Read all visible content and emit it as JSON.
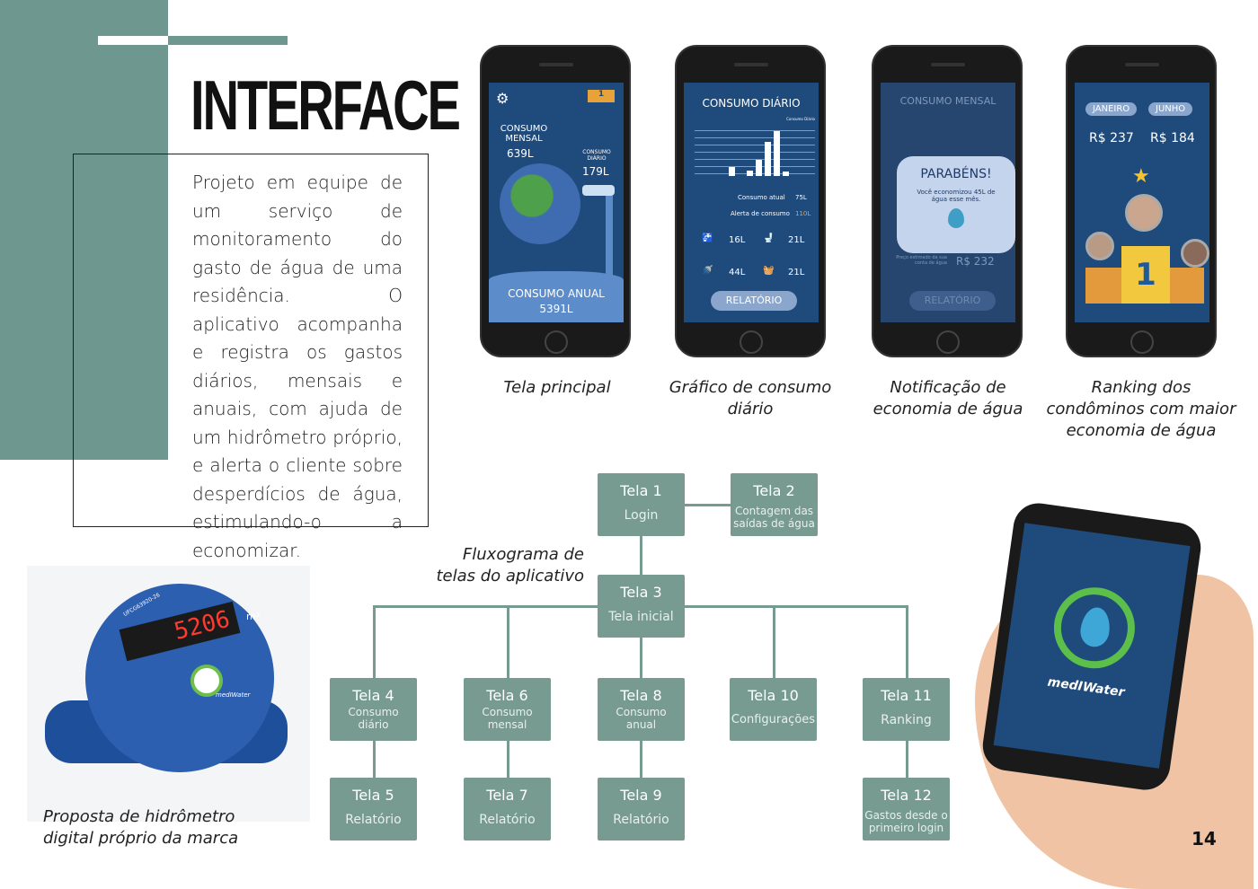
{
  "page": {
    "title": "INTERFACE",
    "page_number": "14",
    "description": "Projeto em equipe de um serviço de monitoramento do gasto de água de uma residência. O aplicativo acompanha e registra os gastos diários, mensais e anuais, com ajuda de um hidrômetro próprio, e alerta o cliente sobre desperdícios de água, estimulando-o a economizar."
  },
  "screens": [
    {
      "caption": "Tela principal",
      "monthly_label": "CONSUMO MENSAL",
      "monthly_value": "639L",
      "daily_label": "CONSUMO DIÁRIO",
      "daily_value": "179L",
      "annual_label": "CONSUMO ANUAL",
      "annual_value": "5391L",
      "ranking_badge": "1"
    },
    {
      "caption": "Gráfico de consumo diário",
      "title": "CONSUMO DIÁRIO",
      "legend": "Consumo Diário",
      "current_label": "Consumo atual",
      "current_value": "75L",
      "alert_label": "Alerta de consumo",
      "alert_value": "110L",
      "tap": "16L",
      "toilet": "21L",
      "shower": "44L",
      "washer": "21L",
      "button": "RELATÓRIO"
    },
    {
      "caption": "Notificação de economia de água",
      "title": "CONSUMO MENSAL",
      "popup_title": "PARABÉNS!",
      "popup_text": "Você economizou 45L de água esse mês.",
      "price_label": "Preço estimado da sua conta de água",
      "price_value": "R$ 232",
      "button": "RELATÓRIO"
    },
    {
      "caption": "Ranking dos condôminos com maior economia de água",
      "month1": "JANEIRO",
      "month2": "JUNHO",
      "value1": "R$ 237",
      "value2": "R$ 184",
      "podium": "1"
    }
  ],
  "flow": {
    "caption": "Fluxograma de telas do aplicativo",
    "t1": {
      "t": "Tela 1",
      "s": "Login"
    },
    "t2": {
      "t": "Tela 2",
      "s": "Contagem das saídas de água"
    },
    "t3": {
      "t": "Tela 3",
      "s": "Tela inicial"
    },
    "t4": {
      "t": "Tela 4",
      "s": "Consumo diário"
    },
    "t5": {
      "t": "Tela 5",
      "s": "Relatório"
    },
    "t6": {
      "t": "Tela 6",
      "s": "Consumo mensal"
    },
    "t7": {
      "t": "Tela 7",
      "s": "Relatório"
    },
    "t8": {
      "t": "Tela 8",
      "s": "Consumo anual"
    },
    "t9": {
      "t": "Tela 9",
      "s": "Relatório"
    },
    "t10": {
      "t": "Tela 10",
      "s": "Configurações"
    },
    "t11": {
      "t": "Tela 11",
      "s": "Ranking"
    },
    "t12": {
      "t": "Tela 12",
      "s": "Gastos desde o primeiro login"
    }
  },
  "meter": {
    "caption": "Proposta de hidrômetro digital próprio da marca",
    "display": "5206",
    "unit": "m³",
    "serial": "UFCG63920-26",
    "brand": "medIWater"
  },
  "hand_phone": {
    "brand": "medIWater"
  }
}
